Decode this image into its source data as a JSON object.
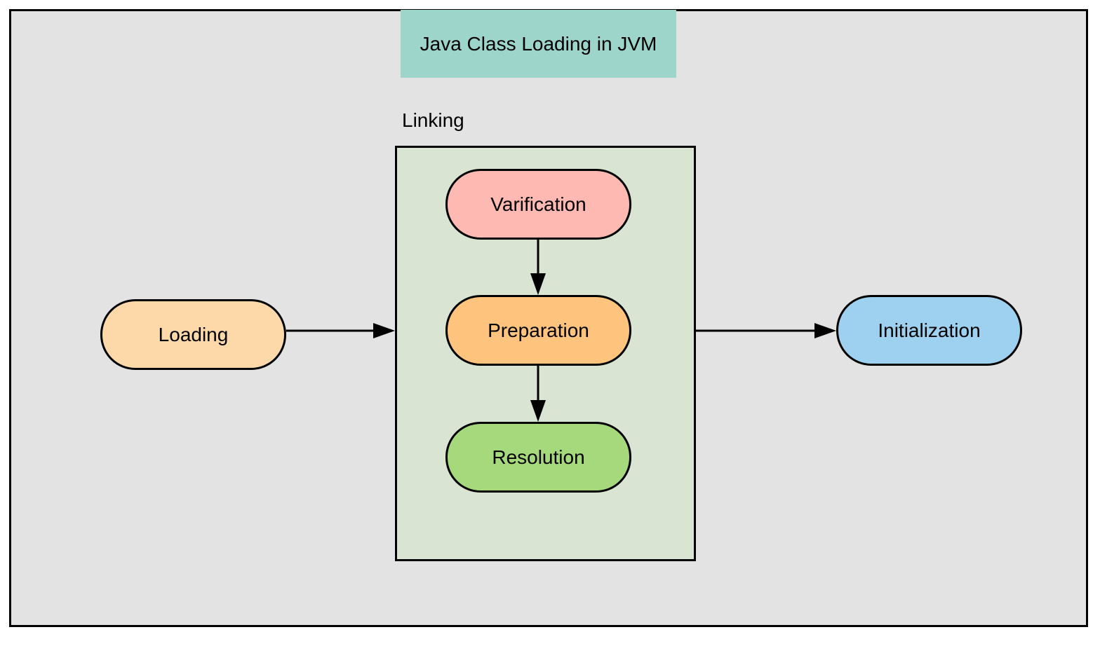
{
  "title": "Java Class Loading in JVM",
  "group": {
    "label": "Linking"
  },
  "nodes": {
    "loading": {
      "label": "Loading",
      "color": "#fdd9aa"
    },
    "verification": {
      "label": "Varification",
      "color": "#fdb9b2"
    },
    "preparation": {
      "label": "Preparation",
      "color": "#fec37c"
    },
    "resolution": {
      "label": "Resolution",
      "color": "#a5d97c"
    },
    "initialization": {
      "label": "Initialization",
      "color": "#9dd1ef"
    }
  },
  "colors": {
    "background": "#e3e3e3",
    "title_fill": "#9dd5cb",
    "group_fill": "#d9e5d2"
  },
  "edges": [
    {
      "from": "loading",
      "to": "linking"
    },
    {
      "from": "verification",
      "to": "preparation"
    },
    {
      "from": "preparation",
      "to": "resolution"
    },
    {
      "from": "linking",
      "to": "initialization"
    }
  ]
}
